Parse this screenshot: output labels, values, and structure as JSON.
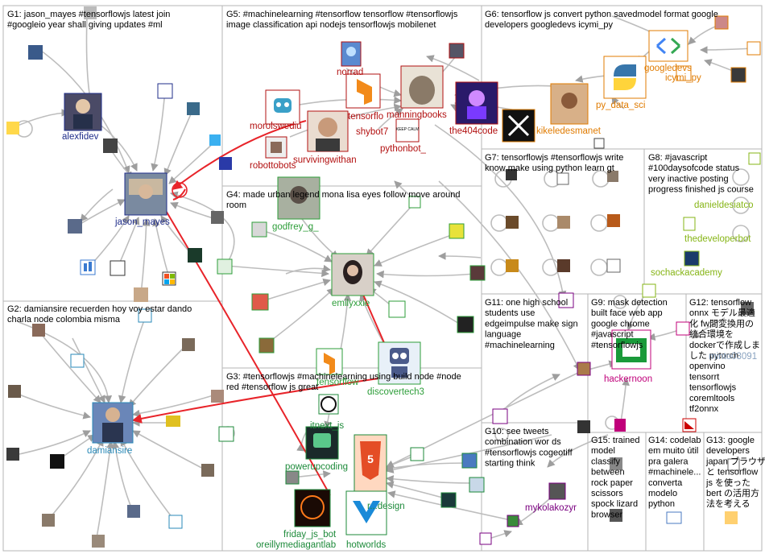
{
  "colors": {
    "edge": "#bdbdbd",
    "edge_red": "#e8242a",
    "frame": "#b5b5b5",
    "g1": "#1f2d8a",
    "g2": "#2a8ab8",
    "g3": "#1d8a3a",
    "g4": "#2e9e3a",
    "g5": "#b21010",
    "g6": "#e07b00",
    "g8": "#86b516",
    "g9": "#c0007a",
    "g11": "#8aa3c0",
    "g14": "#7a0080"
  },
  "groups": [
    {
      "id": "G1",
      "lines": [
        "G1: jason_mayes #tensorflowjs latest join",
        "#googleio year shall giving updates #ml"
      ]
    },
    {
      "id": "G2",
      "lines": [
        "G2: damiansire recuerden hoy voy estar dando",
        "charla node colombia misma"
      ]
    },
    {
      "id": "G3",
      "lines": [
        "G3: #tensorflowjs #machinelearning using build node #node",
        "red #tensorflow js great"
      ]
    },
    {
      "id": "G4",
      "lines": [
        "G4: made urban legend mona lisa eyes follow move around",
        "room"
      ]
    },
    {
      "id": "G5",
      "lines": [
        "G5: #machinelearning #tensorflow tensorflow #tensorflowjs",
        "image classification api nodejs tensorflowjs mobilenet"
      ]
    },
    {
      "id": "G6",
      "lines": [
        "G6: tensorflow js convert python savedmodel format google",
        "developers googledevs icymi_py"
      ]
    },
    {
      "id": "G7",
      "lines": [
        "G7: tensorflowjs #tensorflowjs write",
        "know make using python learn gt"
      ]
    },
    {
      "id": "G8",
      "lines": [
        "G8: #javascript",
        "#100daysofcode status",
        "very inactive posting",
        "progress finished js course"
      ]
    },
    {
      "id": "G9",
      "lines": [
        "G9: mask detection",
        "built face web app",
        "google chrome",
        "#javascript",
        "#tensorflowjs"
      ]
    },
    {
      "id": "G10",
      "lines": [
        "G10: see tweets",
        "combination wor ds",
        "#tensorflowjs cogeotiff",
        "starting think"
      ]
    },
    {
      "id": "G11",
      "lines": [
        "G11: one high school",
        "students use",
        "edgeimpulse make sign",
        "language",
        "#machinelearning"
      ]
    },
    {
      "id": "G12",
      "lines": [
        "G12: tensorflow",
        "onnx モデル最適",
        "化 fw間変換用の",
        "統合環境を",
        "dockerで作成しま",
        "した pytorch",
        "openvino",
        "tensorrt",
        "tensorflowjs",
        "coremltools",
        "tf2onnx"
      ]
    },
    {
      "id": "G13",
      "lines": [
        "G13: google",
        "developers",
        "japan ブラウザ",
        "と tensorflow",
        "js を使った",
        "bert の活用方",
        "法を考える"
      ]
    },
    {
      "id": "G14",
      "lines": [
        "G14: codelab",
        "em muito útil",
        "pra galera",
        "#machinele...",
        "converta",
        "modelo",
        "python"
      ]
    },
    {
      "id": "G15",
      "lines": [
        "G15: trained",
        "model",
        "classify",
        "between",
        "rock paper",
        "scissors",
        "spock lizard",
        "browser"
      ]
    }
  ],
  "nodes": [
    {
      "label": "jason_mayes",
      "group": "g1"
    },
    {
      "label": "alexfidev",
      "group": "g1"
    },
    {
      "label": "damiansire",
      "group": "g2"
    },
    {
      "label": "itnext_js",
      "group": "g3"
    },
    {
      "label": "powerupcoding",
      "group": "g3"
    },
    {
      "label": "friday_js_bot",
      "group": "g3"
    },
    {
      "label": "oreillymediagantlab",
      "group": "g3"
    },
    {
      "label": "r...design",
      "group": "g3"
    },
    {
      "label": "hotworlds",
      "group": "g3"
    },
    {
      "label": "godfrey_g_",
      "group": "g4"
    },
    {
      "label": "emilyxxie",
      "group": "g4"
    },
    {
      "label": "tensorflow",
      "group": "g4"
    },
    {
      "label": "discovertech3",
      "group": "g4"
    },
    {
      "label": "norrad",
      "group": "g5"
    },
    {
      "label": "morolswediu",
      "group": "g5"
    },
    {
      "label": "tensorflo",
      "group": "g5"
    },
    {
      "label": "shybot7",
      "group": "g5"
    },
    {
      "label": "manningbooks",
      "group": "g5"
    },
    {
      "label": "robottobots",
      "group": "g5"
    },
    {
      "label": "survivingwithan",
      "group": "g5"
    },
    {
      "label": "pythonbot_",
      "group": "g5"
    },
    {
      "label": "the404code",
      "group": "g5"
    },
    {
      "label": "googledevs",
      "group": "g6"
    },
    {
      "label": "icymi_py",
      "group": "g6"
    },
    {
      "label": "py_data_sci",
      "group": "g6"
    },
    {
      "label": "kikeledesmanet",
      "group": "g6"
    },
    {
      "label": "danieldesiatco",
      "group": "g8"
    },
    {
      "label": "thedeveloperbot",
      "group": "g8"
    },
    {
      "label": "sochackacademy",
      "group": "g8"
    },
    {
      "label": "hackernoon",
      "group": "g9"
    },
    {
      "label": "mykolakozyr",
      "group": "g14"
    },
    {
      "label": "minto03091",
      "group": "g11"
    }
  ]
}
